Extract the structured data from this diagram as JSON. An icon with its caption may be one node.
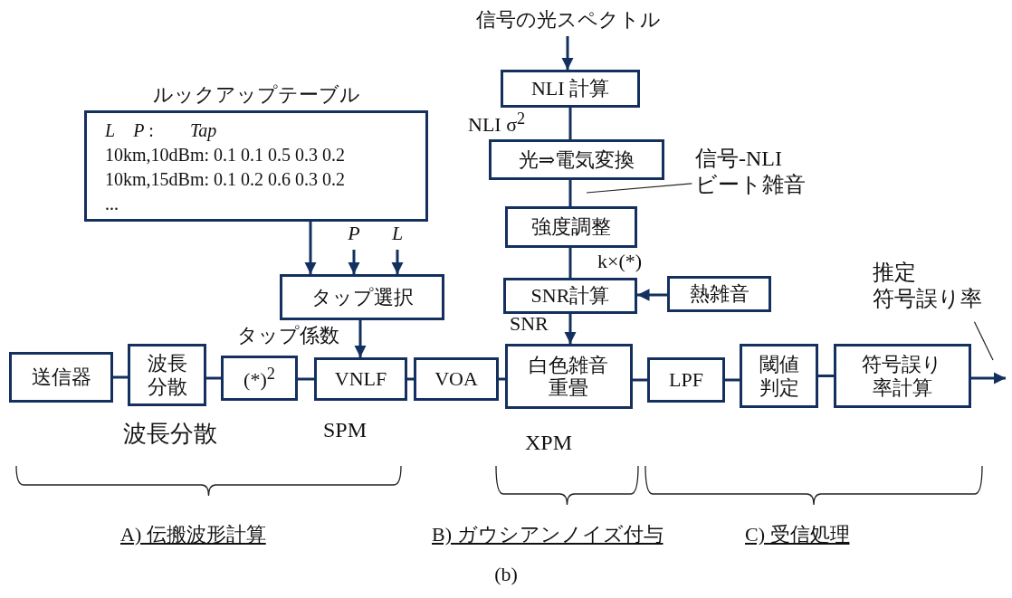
{
  "diagram": {
    "caption": "(b)",
    "nodes": [
      {
        "text": [
          "ルックアップテーブル",
          "*L*　*P* :　　*Tap*",
          "10km,10dBm: 0.1 0.1 0.5 0.3 0.2",
          "10km,15dBm: 0.1 0.2 0.6 0.3 0.2",
          "..."
        ]
      },
      {
        "text": [
          "タップ選択"
        ]
      },
      {
        "text": [
          "送信器"
        ]
      },
      {
        "text": [
          "波長分散"
        ]
      },
      {
        "text": [
          "(*)$^{2}$"
        ]
      },
      {
        "text": [
          "VNLF"
        ]
      },
      {
        "text": [
          "VOA"
        ]
      },
      {
        "text": [
          "NLI 計算"
        ]
      },
      {
        "text": [
          "光⇒電気変換"
        ]
      },
      {
        "text": [
          "強度調整"
        ]
      },
      {
        "text": [
          "SNR計算"
        ]
      },
      {
        "text": [
          "熱雑音"
        ]
      },
      {
        "text": [
          "白色雑音重畳"
        ]
      },
      {
        "text": [
          "LPF"
        ]
      },
      {
        "text": [
          "閾値判定"
        ]
      },
      {
        "text": [
          "符号誤り率計算"
        ]
      },
      {
        "text": [
          "信号の光スペクトル"
        ]
      },
      {
        "text": [
          "P"
        ]
      },
      {
        "text": [
          "L"
        ]
      },
      {
        "text": [
          "信号-NLI ビート雑音"
        ]
      },
      {
        "text": [
          "推定",
          "符号誤り率"
        ]
      }
    ],
    "edges": [
      {
        "from": 0,
        "to": 1,
        "arrow": "to"
      },
      {
        "from": 17,
        "to": 1,
        "arrow": "to"
      },
      {
        "from": 18,
        "to": 1,
        "arrow": "to"
      },
      {
        "from": 1,
        "to": 5,
        "arrow": "to",
        "label": "タップ係数"
      },
      {
        "from": 2,
        "to": 3,
        "arrow": "none"
      },
      {
        "from": 3,
        "to": 4,
        "arrow": "none"
      },
      {
        "from": 4,
        "to": 5,
        "arrow": "none"
      },
      {
        "from": 5,
        "to": 6,
        "arrow": "none"
      },
      {
        "from": 6,
        "to": 12,
        "arrow": "none"
      },
      {
        "from": 16,
        "to": 7,
        "arrow": "to"
      },
      {
        "from": 7,
        "to": 8,
        "arrow": "none",
        "label": "NLI σ$^{2}$"
      },
      {
        "from": 8,
        "to": 9,
        "arrow": "none"
      },
      {
        "from": 9,
        "to": 10,
        "arrow": "none",
        "label": "k×(*)"
      },
      {
        "from": 11,
        "to": 10,
        "arrow": "to"
      },
      {
        "from": 10,
        "to": 12,
        "arrow": "to",
        "label": "SNR"
      },
      {
        "from": 12,
        "to": 13,
        "arrow": "none"
      },
      {
        "from": 13,
        "to": 14,
        "arrow": "none"
      },
      {
        "from": 14,
        "to": 15,
        "arrow": "none"
      },
      {
        "from": 15,
        "to": null,
        "arrow": "to"
      },
      {
        "from": 19,
        "to": null,
        "arrow": "none"
      },
      {
        "from": 20,
        "to": null,
        "arrow": "none"
      }
    ],
    "labels": [
      "波長分散",
      "SPM",
      "XPM",
      "A) 伝搬波形計算",
      "B) ガウシアンノイズ付与",
      "C) 受信処理"
    ]
  }
}
